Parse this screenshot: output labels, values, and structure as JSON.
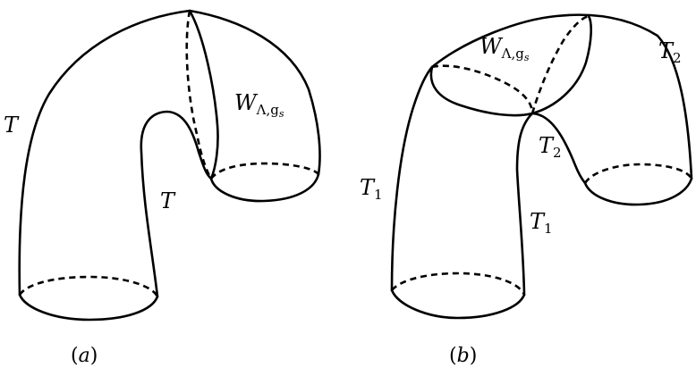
{
  "panel_a": {
    "caption_open": "(",
    "caption_letter": "a",
    "caption_close": ")",
    "label_outer_T": "T",
    "label_inner_T": "T",
    "label_W_main": "W",
    "label_W_sub": "Λ,g",
    "label_W_subsub": "s"
  },
  "panel_b": {
    "caption_open": "(",
    "caption_letter": "b",
    "caption_close": ")",
    "label_T2_top": "T",
    "label_T2_top_sub": "2",
    "label_T2_inner": "T",
    "label_T2_inner_sub": "2",
    "label_T1_outer": "T",
    "label_T1_outer_sub": "1",
    "label_T1_inner": "T",
    "label_T1_inner_sub": "1",
    "label_W_main": "W",
    "label_W_sub": "Λ,g",
    "label_W_subsub": "s"
  }
}
